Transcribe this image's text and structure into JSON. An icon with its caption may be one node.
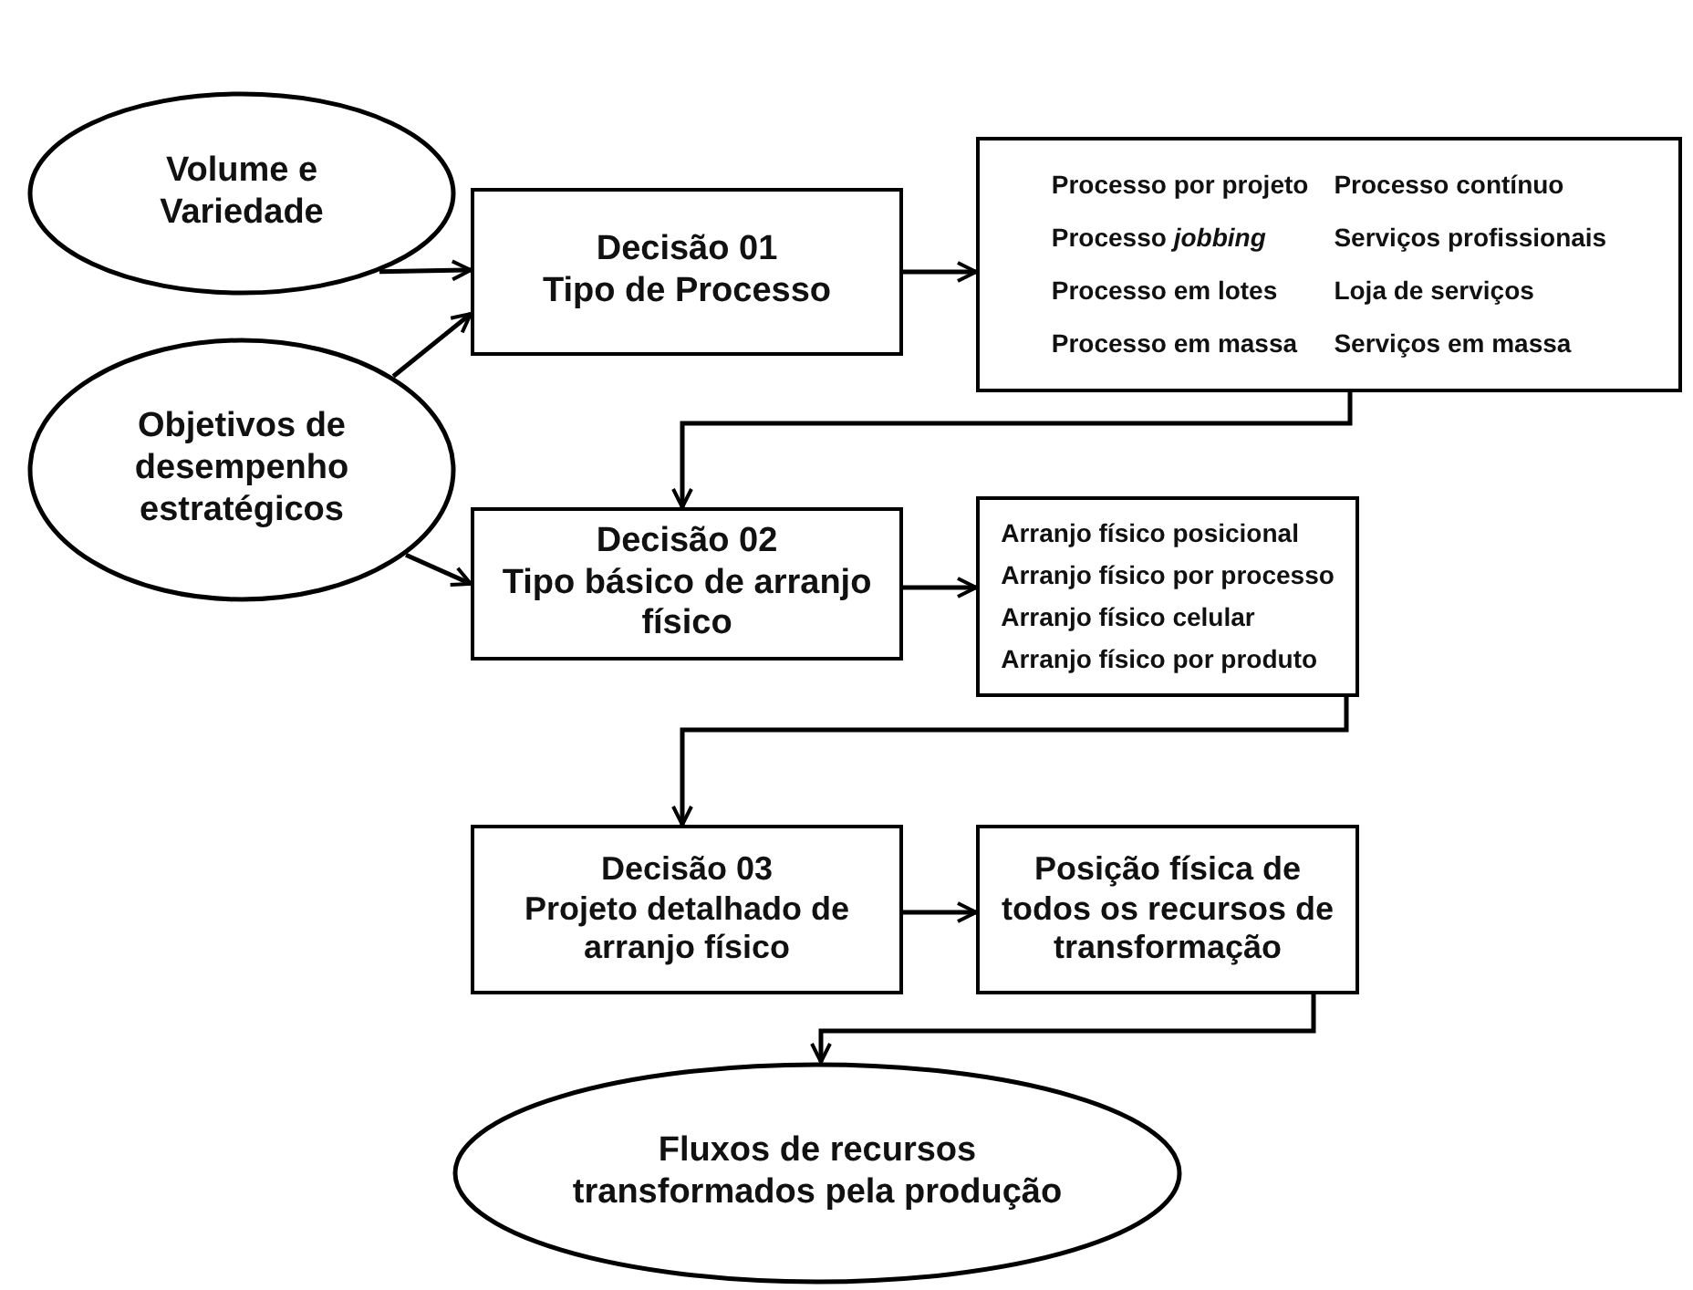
{
  "diagram": {
    "nodes": [
      {
        "text": [
          "Volume e Variedade"
        ]
      },
      {
        "text": [
          "Objetivos de desempenho estratégicos"
        ]
      },
      {
        "text": [
          "Decisão 01",
          "Tipo de Processo"
        ]
      },
      {
        "text": [
          "Processo por projeto",
          "Processo contínuo",
          "Processo *jobbing*",
          "Serviços profissionais",
          "Processo em lotes",
          "Loja de serviços",
          "Processo em massa",
          "Serviços em massa"
        ]
      },
      {
        "text": [
          "Decisão 02",
          "Tipo básico de arranjo físico"
        ]
      },
      {
        "text": [
          "Arranjo físico posicional",
          "Arranjo físico por processo",
          "Arranjo físico celular",
          "Arranjo físico por produto"
        ]
      },
      {
        "text": [
          "Decisão 03",
          "Projeto detalhado de arranjo físico"
        ]
      },
      {
        "text": [
          "Posição física de todos os recursos de transformação"
        ]
      },
      {
        "text": [
          "Fluxos de recursos transformados pela produção"
        ]
      }
    ],
    "edges": [
      {
        "from": 0,
        "to": 2,
        "arrow": "to"
      },
      {
        "from": 1,
        "to": 2,
        "arrow": "to"
      },
      {
        "from": 1,
        "to": 4,
        "arrow": "to"
      },
      {
        "from": 2,
        "to": 3,
        "arrow": "to"
      },
      {
        "from": 3,
        "to": 4,
        "arrow": "to"
      },
      {
        "from": 4,
        "to": 5,
        "arrow": "to"
      },
      {
        "from": 5,
        "to": 6,
        "arrow": "to"
      },
      {
        "from": 6,
        "to": 7,
        "arrow": "to"
      },
      {
        "from": 7,
        "to": 8,
        "arrow": "to"
      }
    ]
  }
}
